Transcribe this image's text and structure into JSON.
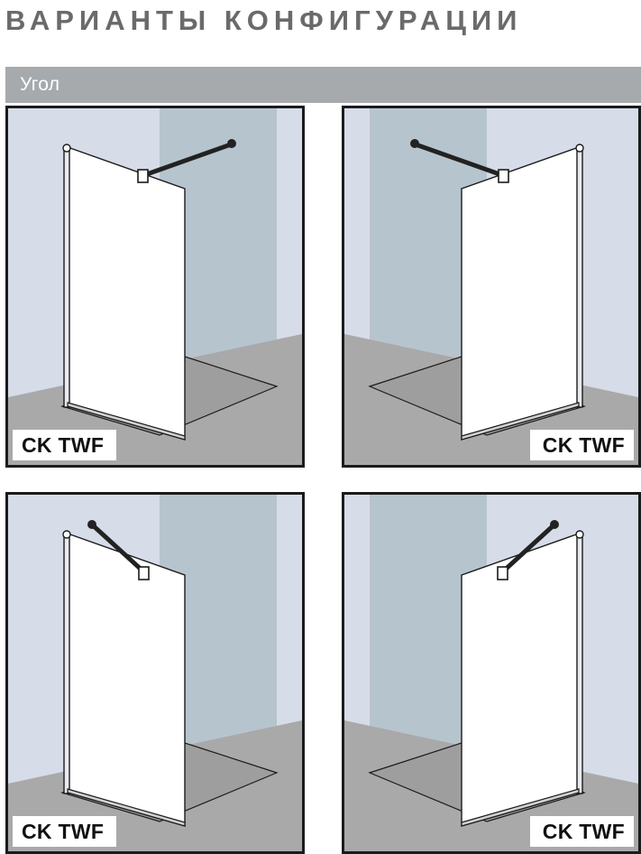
{
  "header": {
    "title": "ВАРИАНТЫ КОНФИГУРАЦИИ"
  },
  "section": {
    "label": "Угол",
    "band_color": "#a6aaad"
  },
  "colors": {
    "wall_light": "#d6dce8",
    "wall_mid": "#b6c4ce",
    "floor": "#a9a9a9",
    "floor_dark": "#9a9a9a",
    "glass": "#ffffff",
    "outline": "#1b1b1b",
    "hardware": "#222222",
    "title_gray": "#6a6a6a"
  },
  "panels": [
    {
      "id": "panel-1",
      "label": "CK TWF",
      "label_side": "left",
      "hinge_side": "left",
      "bar_type": "long-horizontal",
      "description": "Corner walk-in shower screen, glass fixed on left wall profile, long stabiliser bar to back wall"
    },
    {
      "id": "panel-2",
      "label": "CK TWF",
      "label_side": "right",
      "hinge_side": "right",
      "bar_type": "long-horizontal",
      "description": "Corner walk-in shower screen, glass fixed on right wall profile, long stabiliser bar to back wall"
    },
    {
      "id": "panel-3",
      "label": "CK TWF",
      "label_side": "left",
      "hinge_side": "left",
      "bar_type": "short-diagonal",
      "description": "Corner walk-in shower screen, glass fixed on left wall profile, short angled stabiliser bar"
    },
    {
      "id": "panel-4",
      "label": "CK TWF",
      "label_side": "right",
      "hinge_side": "right",
      "bar_type": "short-diagonal",
      "description": "Corner walk-in shower screen, glass fixed on right wall profile, short angled stabiliser bar"
    }
  ]
}
